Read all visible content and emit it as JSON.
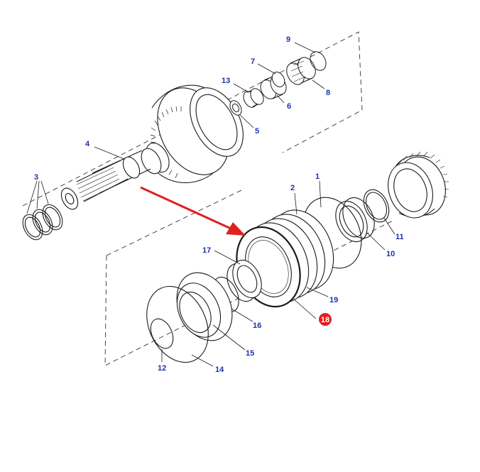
{
  "colors": {
    "line": "#1a1a1a",
    "label": "#1e2fb0",
    "arrow": "#e0201e",
    "badge_fill": "#e0201e",
    "badge_text": "#ffffff"
  },
  "labels": {
    "l1": "1",
    "l2": "2",
    "l3": "3",
    "l4": "4",
    "l5": "5",
    "l6": "6",
    "l7": "7",
    "l8": "8",
    "l9": "9",
    "l10": "10",
    "l11": "11",
    "l12": "12",
    "l13": "13",
    "l14": "14",
    "l15": "15",
    "l16": "16",
    "l17": "17",
    "l18": "18",
    "l19": "19"
  },
  "highlight": {
    "part": "18"
  }
}
